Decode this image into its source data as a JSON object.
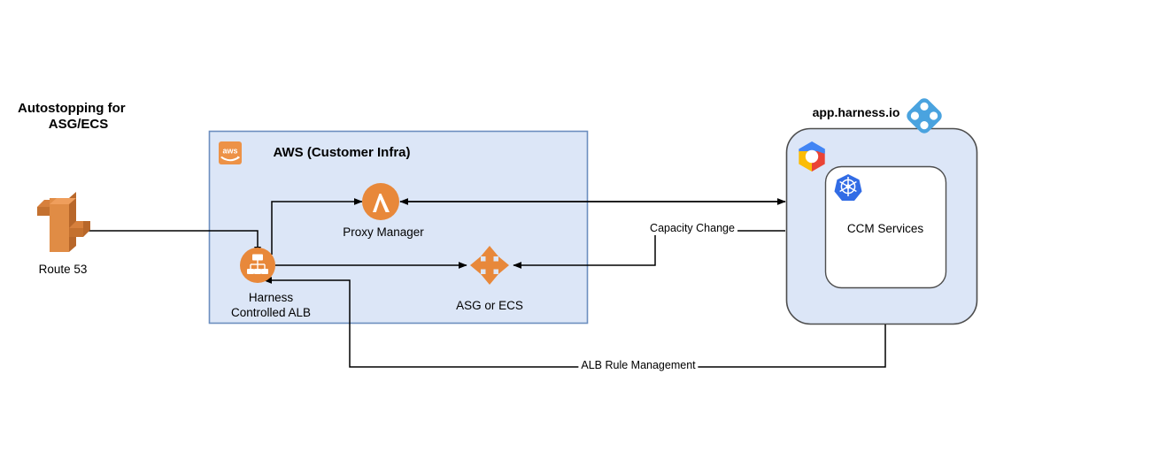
{
  "diagram": {
    "title": "Autostopping for ASG/ECS",
    "title_lines": [
      "Autostopping for",
      "ASG/ECS"
    ],
    "colors": {
      "aws_orange": "#e8883a",
      "aws_logo_orange": "#ed9247",
      "panel_blue_fill": "#dce6f7",
      "panel_blue_stroke": "#6c8ebf",
      "harness_blue": "#4aa3df",
      "k8s_blue": "#326ce5",
      "gcp_blue": "#4285f4",
      "gcp_red": "#ea4335",
      "gcp_yellow": "#fbbc05",
      "line_black": "#000000",
      "text_black": "#000000"
    },
    "groups": [
      {
        "id": "aws-group",
        "label": "AWS (Customer Infra)",
        "icon": "aws-logo-icon",
        "fill": "#dce6f7",
        "stroke": "#6c8ebf"
      },
      {
        "id": "harness-group",
        "label": "app.harness.io",
        "icon": "harness-diamond-icon",
        "inner_icon": "gcp-hexagon-icon",
        "fill": "#dce6f7",
        "stroke": "#4d4d4d"
      }
    ],
    "nodes": [
      {
        "id": "route53",
        "label": "Route 53",
        "icon": "route53-icon",
        "shape": "aws-service-3d"
      },
      {
        "id": "proxy-manager",
        "label": "Proxy Manager",
        "icon": "lambda-icon",
        "shape": "circle",
        "fill": "#e8883a"
      },
      {
        "id": "harness-controlled-alb",
        "label": "Harness\nControlled ALB",
        "label_lines": [
          "Harness",
          "Controlled ALB"
        ],
        "icon": "load-balancer-icon",
        "shape": "circle",
        "fill": "#e8883a"
      },
      {
        "id": "asg-or-ecs",
        "label": "ASG or ECS",
        "icon": "auto-scaling-group-icon",
        "shape": "four-arrows",
        "fill": "#e8883a"
      },
      {
        "id": "ccm-services",
        "label": "CCM Services",
        "icon": "kubernetes-icon",
        "shape": "rounded-rect",
        "fill": "#ffffff"
      }
    ],
    "edges": [
      {
        "id": "e-route53-to-alb",
        "from": "route53",
        "to": "harness-controlled-alb",
        "label": ""
      },
      {
        "id": "e-alb-to-proxy",
        "from": "harness-controlled-alb",
        "to": "proxy-manager",
        "label": ""
      },
      {
        "id": "e-proxy-to-alb",
        "from": "proxy-manager",
        "to": "harness-controlled-alb",
        "label": ""
      },
      {
        "id": "e-alb-to-asg",
        "from": "harness-controlled-alb",
        "to": "asg-or-ecs",
        "label": ""
      },
      {
        "id": "e-proxy-harness",
        "from": "proxy-manager",
        "to": "ccm-services",
        "label": "",
        "bidirectional": true
      },
      {
        "id": "e-capacity-change",
        "from": "ccm-services",
        "to": "asg-or-ecs",
        "label": "Capacity Change"
      },
      {
        "id": "e-alb-rule-management",
        "from": "ccm-services",
        "to": "harness-controlled-alb",
        "label": "ALB Rule Management"
      }
    ]
  }
}
